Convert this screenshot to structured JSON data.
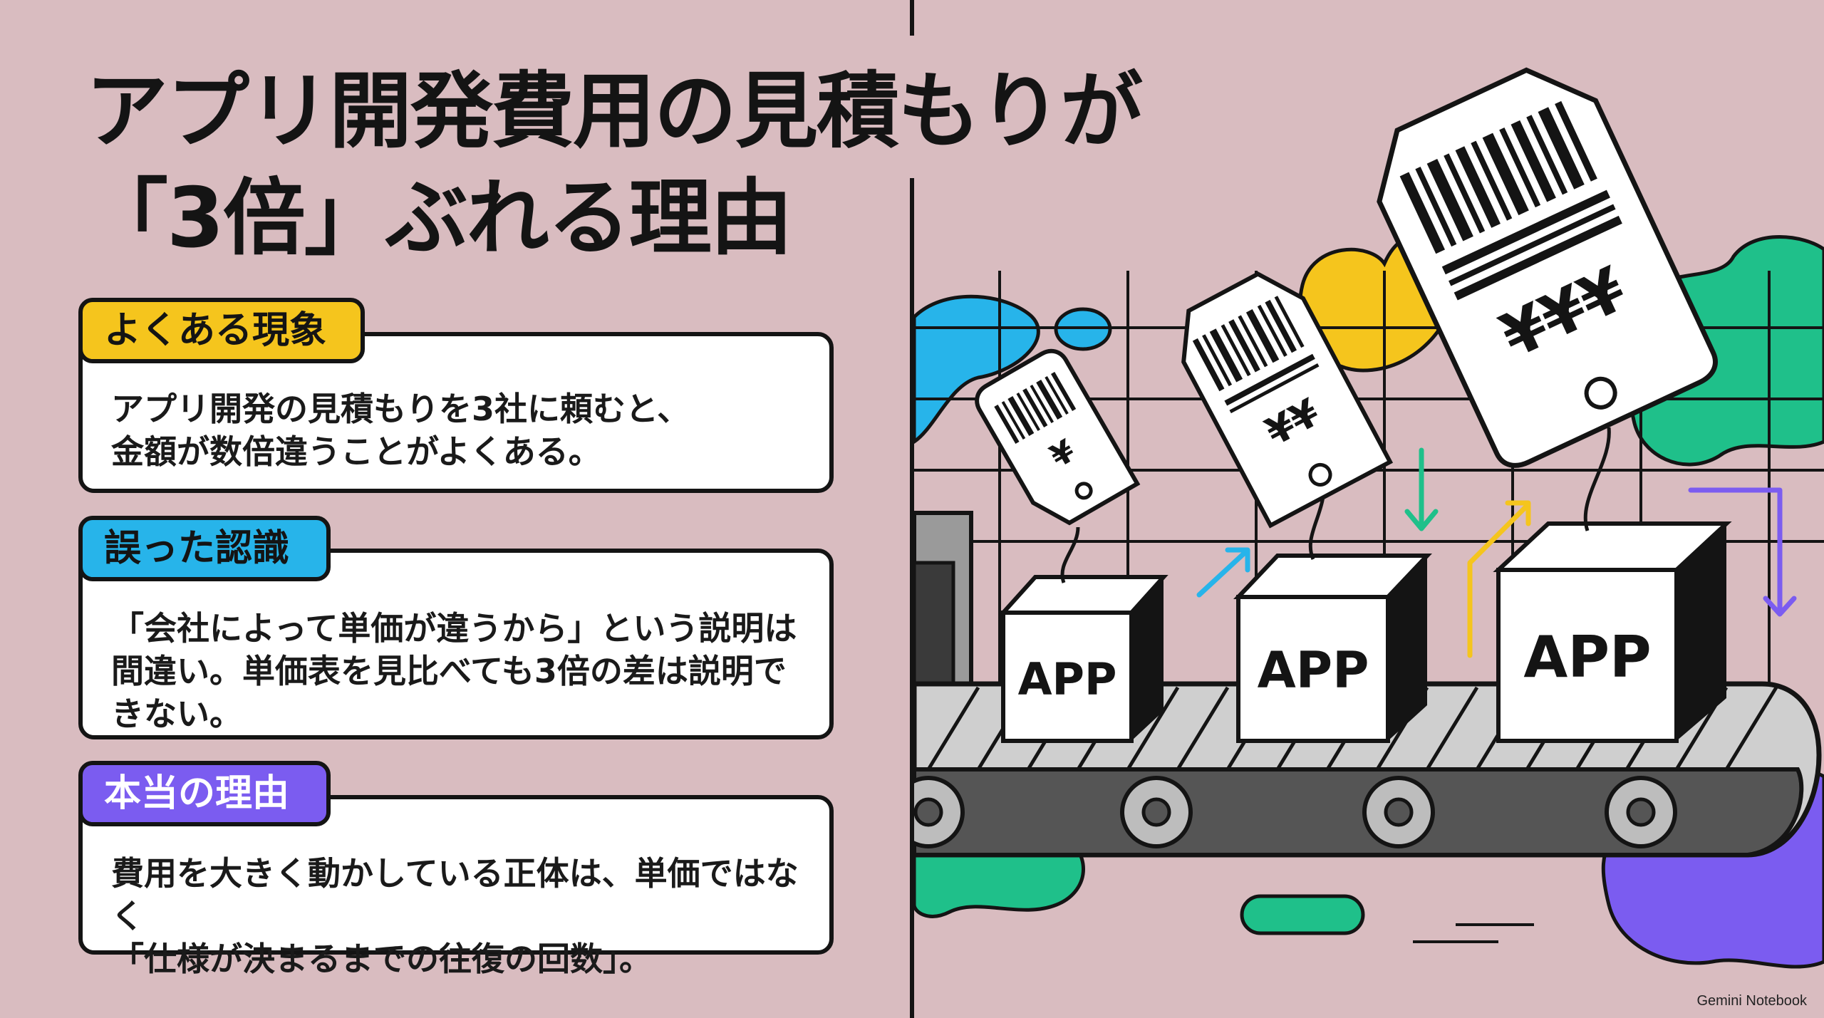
{
  "title": {
    "line1": "アプリ開発費用の見積もりが",
    "line2": "「3倍」ぶれる理由"
  },
  "sections": [
    {
      "label": "よくある現象",
      "lines": [
        "アプリ開発の見積もりを3社に頼むと、",
        "金額が数倍違うことがよくある。"
      ]
    },
    {
      "label": "誤った認識",
      "lines": [
        "「会社によって単価が違うから」という説明は",
        "間違い。単価表を見比べても3倍の差は説明で",
        "きない。"
      ]
    },
    {
      "label": "本当の理由",
      "lines": [
        "費用を大きく動かしている正体は、単価ではなく",
        "「仕様が決まるまでの往復の回数」。"
      ]
    }
  ],
  "illustration": {
    "box_label": "APP",
    "tag_small": "¥",
    "tag_medium": "¥¥",
    "tag_large": "¥¥¥"
  },
  "colors": {
    "background": "#d9bcc0",
    "yellow": "#f5c51d",
    "cyan": "#27b4ea",
    "purple": "#7b5cf0",
    "green": "#1fc08a"
  },
  "watermark": "Gemini Notebook"
}
